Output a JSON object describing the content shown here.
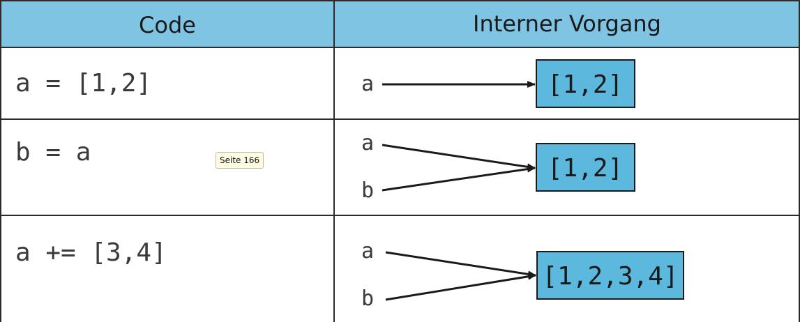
{
  "header": {
    "col_code": "Code",
    "col_internal": "Interner Vorgang"
  },
  "rows": [
    {
      "code": "a = [1,2]",
      "vars": [
        "a"
      ],
      "value": "[1,2]"
    },
    {
      "code": "b = a",
      "vars": [
        "a",
        "b"
      ],
      "value": "[1,2]"
    },
    {
      "code": "a += [3,4]",
      "vars": [
        "a",
        "b"
      ],
      "value": "[1,2,3,4]"
    }
  ],
  "tooltip": "Seite 166",
  "colors": {
    "header_fill": "#7fc4e3",
    "box_fill": "#5db8de",
    "line": "#2b2b2b",
    "arrow": "#1a1a1a"
  }
}
